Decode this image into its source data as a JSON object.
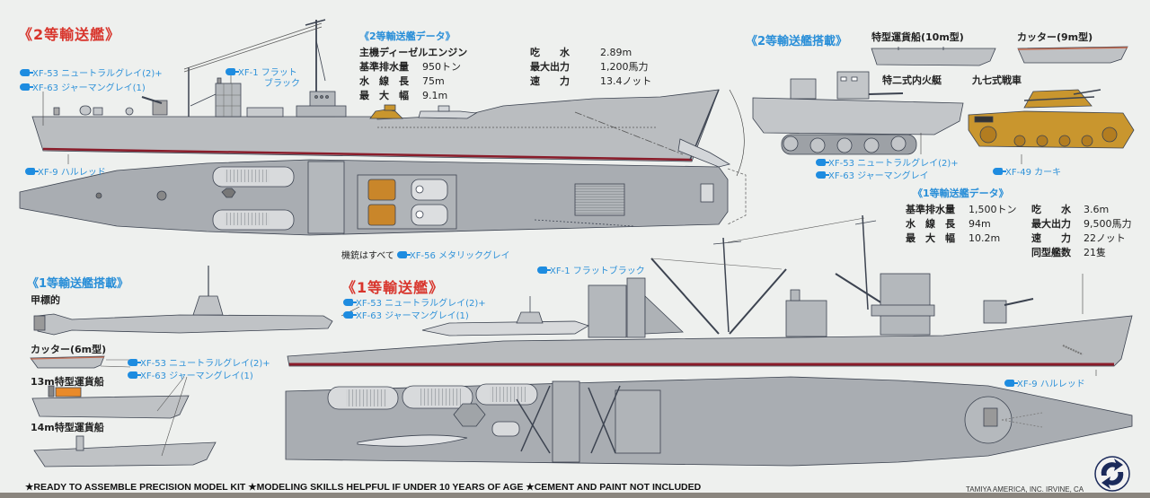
{
  "sections": {
    "class2_ship": "《2等輸送艦》",
    "class2_cargo": "《2等輸送艦搭載》",
    "class1_cargo": "《1等輸送艦搭載》",
    "class1_ship": "《1等輸送艦》"
  },
  "class2_specs": {
    "header": "《2等輸送艦データ》",
    "rows": [
      {
        "k1": "主機ディーゼルエンジン",
        "v1": "",
        "k2": "吃　　水",
        "v2": "2.89m"
      },
      {
        "k1": "基準排水量",
        "v1": "950トン",
        "k2": "最大出力",
        "v2": "1,200馬力"
      },
      {
        "k1": "水　線　長",
        "v1": "75m",
        "k2": "速　　力",
        "v2": "13.4ノット"
      },
      {
        "k1": "最　大　幅",
        "v1": "9.1m",
        "k2": "",
        "v2": ""
      }
    ]
  },
  "class1_specs": {
    "header": "《1等輸送艦データ》",
    "rows": [
      {
        "k1": "基準排水量",
        "v1": "1,500トン",
        "k2": "吃　　水",
        "v2": "3.6m"
      },
      {
        "k1": "水　線　長",
        "v1": "94m",
        "k2": "最大出力",
        "v2": "9,500馬力"
      },
      {
        "k1": "最　大　幅",
        "v1": "10.2m",
        "k2": "速　　力",
        "v2": "22ノット"
      },
      {
        "k1": "",
        "v1": "",
        "k2": "同型艦数",
        "v2": "21隻"
      }
    ]
  },
  "paint_labels": {
    "c2_hull_a": "XF-53 ニュートラルグレイ(2)+",
    "c2_hull_b": "XF-63 ジャーマングレイ(1)",
    "c2_funnel_a": "XF-1 フラット",
    "c2_funnel_b": "ブラック",
    "c2_bottom": "XF-9 ハルレッド",
    "cargo_a": "XF-53 ニュートラルグレイ(2)+",
    "cargo_b": "XF-63 ジャーマングレイ",
    "tank_khaki": "XF-49 カーキ",
    "mg_prefix": "機銃はすべて",
    "mg_paint": "XF-56 メタリックグレイ",
    "c1_funnel": "XF-1 フラットブラック",
    "c1_hull_a": "XF-53 ニュートラルグレイ(2)+",
    "c1_hull_b": "XF-63 ジャーマングレイ(1)",
    "c1_bottom": "XF-9 ハルレッド",
    "c1_cargo_a": "XF-53 ニュートラルグレイ(2)+",
    "c1_cargo_b": "XF-63 ジャーマングレイ(1)"
  },
  "cargo_names": {
    "landing_craft_10m": "特型運貨船(10m型)",
    "cutter_9m": "カッター(9m型)",
    "amphib_tank": "特二式内火艇",
    "type97_tank": "九七式戦車",
    "midget_sub": "甲標的",
    "cutter_6m": "カッター(6m型)",
    "landing_craft_13m": "13m特型運貨船",
    "landing_craft_14m": "14m特型運貨船"
  },
  "footer": {
    "notice": "★READY TO ASSEMBLE  PRECISION MODEL KIT  ★MODELING SKILLS HELPFUL IF UNDER 10 YEARS OF AGE  ★CEMENT AND PAINT NOT INCLUDED",
    "copyright": "TAMIYA AMERICA, INC. IRVINE, CA"
  },
  "colors": {
    "hull_gray": "#b9bcbf",
    "deck_gray": "#a9adb2",
    "hull_red": "#8a1c2a",
    "khaki": "#c9962e",
    "paint_blue": "#1e8ce0",
    "title_red": "#d8352c",
    "orange": "#e98a2a"
  }
}
